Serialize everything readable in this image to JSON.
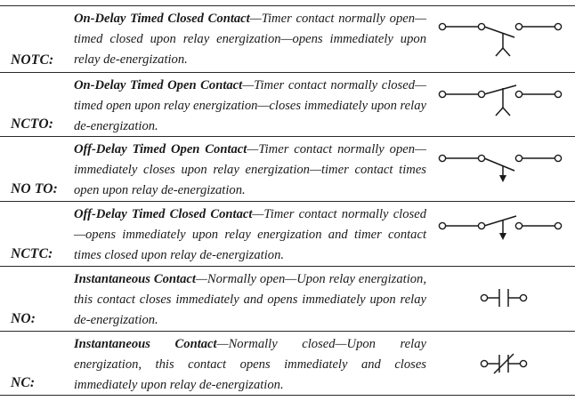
{
  "rows": [
    {
      "abbr": "NOTC:",
      "title": "On-Delay Timed Closed Contact",
      "text": "—Timer contact normally open—timed closed upon relay energization—opens immediately upon relay de-energization.",
      "symbol": "on-delay-nc-switch"
    },
    {
      "abbr": "NCTO:",
      "title": "On-Delay Timed Open Contact",
      "text": "—Timer contact normally closed—timed open upon relay energization—closes immediately upon relay de-energization.",
      "symbol": "on-delay-no-switch"
    },
    {
      "abbr": "NO TO:",
      "title": "Off-Delay Timed Open Contact",
      "text": "—Timer contact normally open— immediately closes upon relay energization—timer contact times open upon relay de-energization.",
      "symbol": "off-delay-no-switch"
    },
    {
      "abbr": "NCTC:",
      "title": "Off-Delay Timed Closed Contact",
      "text": "—Timer contact normally closed—opens immediately upon relay energization and timer contact times closed upon relay de-energization.",
      "symbol": "off-delay-nc-switch"
    },
    {
      "abbr": "NO:",
      "title": "Instantaneous Contact",
      "text": "—Normally open—Upon relay energization, this contact closes immediately and opens immediately upon relay de-energization.",
      "symbol": "normally-open-contact"
    },
    {
      "abbr": "NC:",
      "title": "Instantaneous Contact",
      "text": "—Normally closed—Upon relay energization, this contact opens immediately and closes immediately upon relay de-energization.",
      "symbol": "normally-closed-contact"
    }
  ]
}
